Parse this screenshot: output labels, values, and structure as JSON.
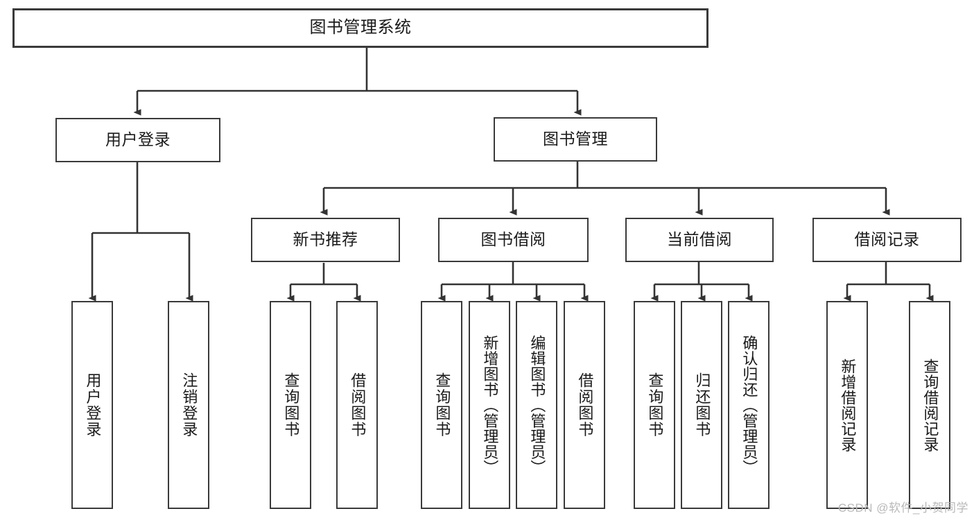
{
  "diagram": {
    "title": "图书管理系统",
    "type": "功能结构图",
    "watermark": "CSDN @软件_小贺同学",
    "colors": {
      "box_border": "#3a3a3a",
      "box_fill": "#ffffff",
      "edge": "#333333",
      "text": "#1a1a1a",
      "watermark": "#b9b9b9"
    },
    "root": {
      "label": "图书管理系统"
    },
    "level2": [
      {
        "label": "用户登录"
      },
      {
        "label": "图书管理"
      }
    ],
    "level3": [
      {
        "label": "新书推荐"
      },
      {
        "label": "图书借阅"
      },
      {
        "label": "当前借阅"
      },
      {
        "label": "借阅记录"
      }
    ],
    "leaves": {
      "user_login": [
        {
          "label": "用户登录"
        },
        {
          "label": "注销登录"
        }
      ],
      "new_book_recommend": [
        {
          "label": "查询图书"
        },
        {
          "label": "借阅图书"
        }
      ],
      "book_borrow": [
        {
          "label": "查询图书"
        },
        {
          "label": "新增图书（管理员）"
        },
        {
          "label": "编辑图书（管理员）"
        },
        {
          "label": "借阅图书"
        }
      ],
      "current_borrow": [
        {
          "label": "查询图书"
        },
        {
          "label": "归还图书"
        },
        {
          "label": "确认归还（管理员）"
        }
      ],
      "borrow_record": [
        {
          "label": "新增借阅记录"
        },
        {
          "label": "查询借阅记录"
        }
      ]
    }
  }
}
